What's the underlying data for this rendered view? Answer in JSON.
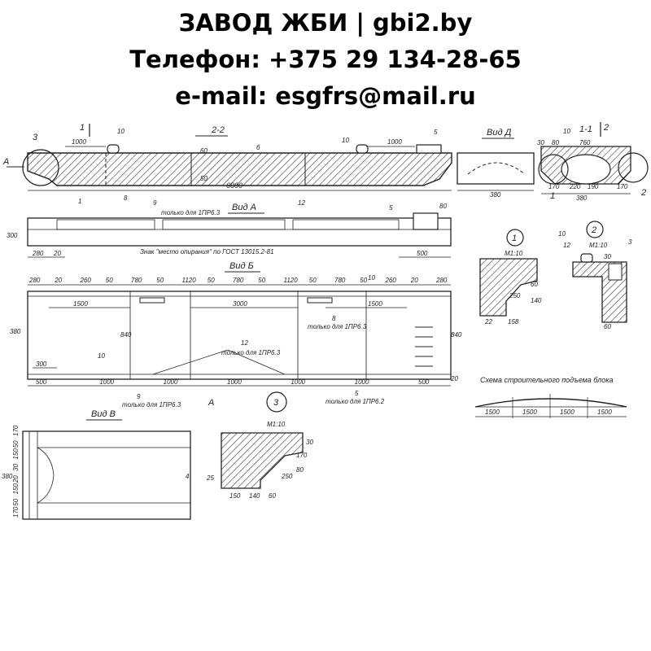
{
  "header": {
    "line1": "ЗАВОД ЖБИ | gbi2.by",
    "line2": "Телефон: +375 29 134-28-65",
    "line3": "e-mail: esgfrs@mail.ru"
  },
  "section22": {
    "title": "2-2",
    "label_3": "3",
    "label_a": "А",
    "label_1": "1",
    "label_10a": "10",
    "label_10b": "10",
    "label_5": "5",
    "label_6": "б",
    "dim_1000a": "1000",
    "dim_1000b": "1000",
    "dim_60": "60",
    "dim_50": "50",
    "dim_6000": "6000"
  },
  "view_d": {
    "title": "Вид Д",
    "dim_380": "380"
  },
  "section11": {
    "title": "1-1",
    "label_2a": "2",
    "label_1": "1",
    "label_2b": "2",
    "label_10": "10",
    "d30": "30",
    "d80": "80",
    "d760": "760",
    "d170a": "170",
    "d220": "220",
    "d190": "190",
    "d170b": "170",
    "d380": "380"
  },
  "view_a": {
    "title": "Вид А",
    "only_note": "только для 1ПР6.3",
    "label_9": "9",
    "label_12": "12",
    "label_5": "5",
    "label_8": "8",
    "label_1": "1",
    "mark_note": "Знак \"место опирания\" по ГОСТ 13015.2-81",
    "d300": "300",
    "d280": "280",
    "d20": "20",
    "d500": "500",
    "d80": "80"
  },
  "detail1": {
    "num": "1",
    "scale": "М1:10",
    "d250": "250",
    "d22": "22",
    "d158": "158",
    "d60": "60",
    "d140": "140"
  },
  "detail2": {
    "num": "2",
    "scale": "М1:10",
    "label_10": "10",
    "label_12": "12",
    "label_3": "3",
    "d30": "30",
    "d60": "60"
  },
  "view_b": {
    "title": "Вид Б",
    "top_dims": [
      "280",
      "20",
      "260",
      "50",
      "780",
      "50",
      "1120",
      "50",
      "780",
      "50",
      "1120",
      "50",
      "780",
      "50",
      "260",
      "20",
      "280"
    ],
    "d1500a": "1500",
    "d3000": "3000",
    "d1500b": "1500",
    "label_10a": "10",
    "label_10b": "10",
    "label_8": "8",
    "only_8": "только для 1ПР6.3",
    "label_12": "12",
    "only_12": "только для 1ПР6.3",
    "d300": "300",
    "d380": "380",
    "d840a": "840",
    "d840b": "840",
    "d20": "20",
    "bottom_dims": [
      "500",
      "1000",
      "1000",
      "1000",
      "1000",
      "1000",
      "500"
    ],
    "label_9": "9",
    "only_9": "только для 1ПР6.3",
    "label_5": "5",
    "only_5": "только для 1ПР6.2",
    "label_a": "А"
  },
  "lift_scheme": {
    "title": "Схема строительного подъема блока",
    "dims": [
      "1500",
      "1500",
      "1500",
      "1500"
    ]
  },
  "view_v": {
    "title": "Вид В",
    "d380": "380",
    "left_dims": [
      "170",
      "50",
      "150",
      "20",
      "30",
      "150",
      "50",
      "170"
    ],
    "label_4": "4"
  },
  "detail3": {
    "num": "3",
    "scale": "М1:10",
    "d150": "150",
    "d140": "140",
    "d60": "60",
    "d250": "250",
    "d25": "25",
    "d30": "30",
    "d170": "170",
    "d80": "80"
  }
}
